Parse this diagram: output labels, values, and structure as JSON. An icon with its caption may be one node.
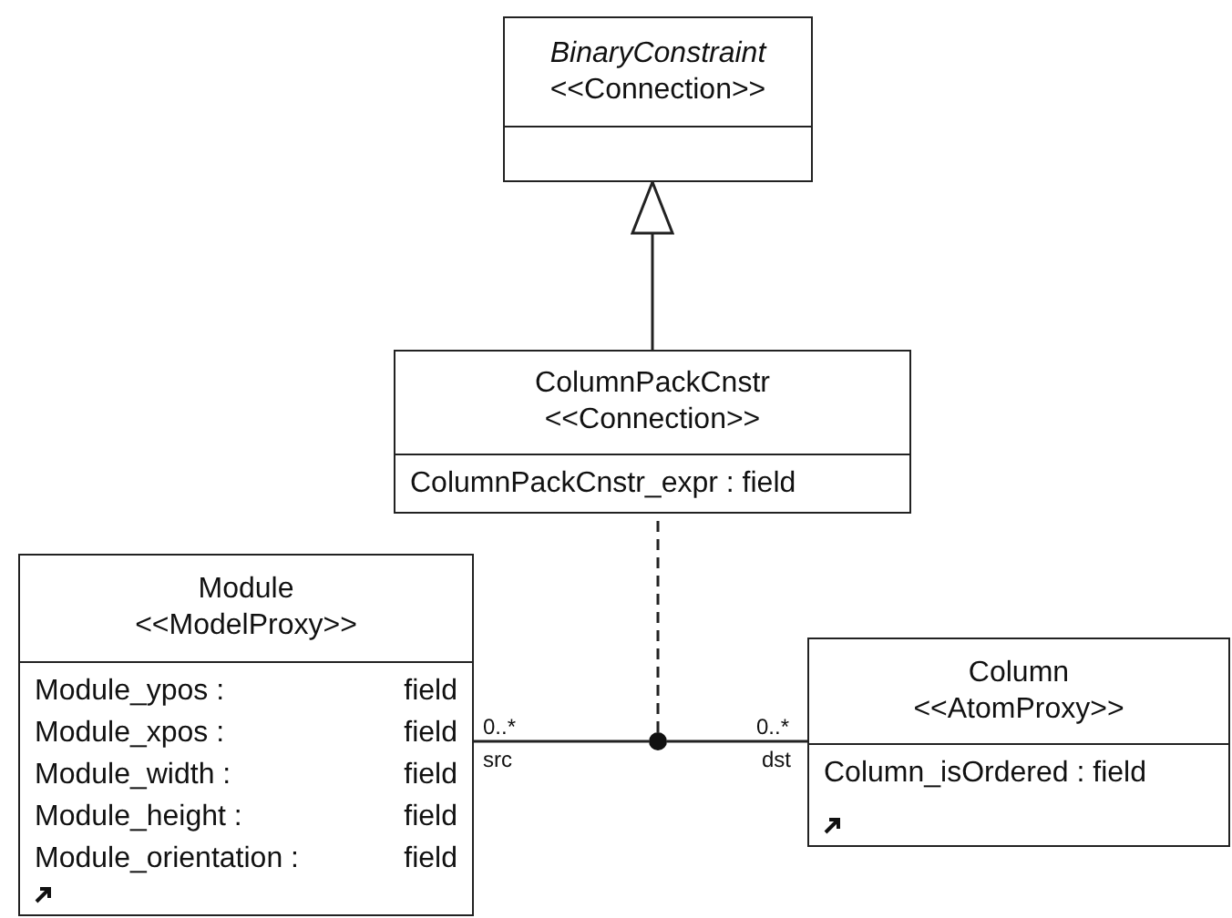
{
  "diagram": {
    "nodes": [
      {
        "text": [
          "BinaryConstraint",
          "<<Connection>>"
        ]
      },
      {
        "text": [
          "ColumnPackCnstr",
          "<<Connection>>",
          "ColumnPackCnstr_expr : field"
        ]
      },
      {
        "text": [
          "Module",
          "<<ModelProxy>>",
          "Module_ypos :",
          "field",
          "Module_xpos :",
          "field",
          "Module_width :",
          "field",
          "Module_height :",
          "field",
          "Module_orientation :",
          "field"
        ]
      },
      {
        "text": [
          "Column",
          "<<AtomProxy>>",
          "Column_isOrdered : field"
        ]
      },
      {
        "text": [],
        "shape": "circle"
      }
    ],
    "edges": [
      {
        "from": 1,
        "to": 0,
        "arrow": "to"
      },
      {
        "from": 4,
        "to": 1,
        "arrow": "none",
        "style": "dashed"
      },
      {
        "from": 2,
        "to": 4,
        "arrow": "none"
      },
      {
        "from": 4,
        "to": 3,
        "arrow": "none"
      }
    ],
    "labels": [
      "0..*",
      "src",
      "0..*",
      "dst"
    ]
  }
}
